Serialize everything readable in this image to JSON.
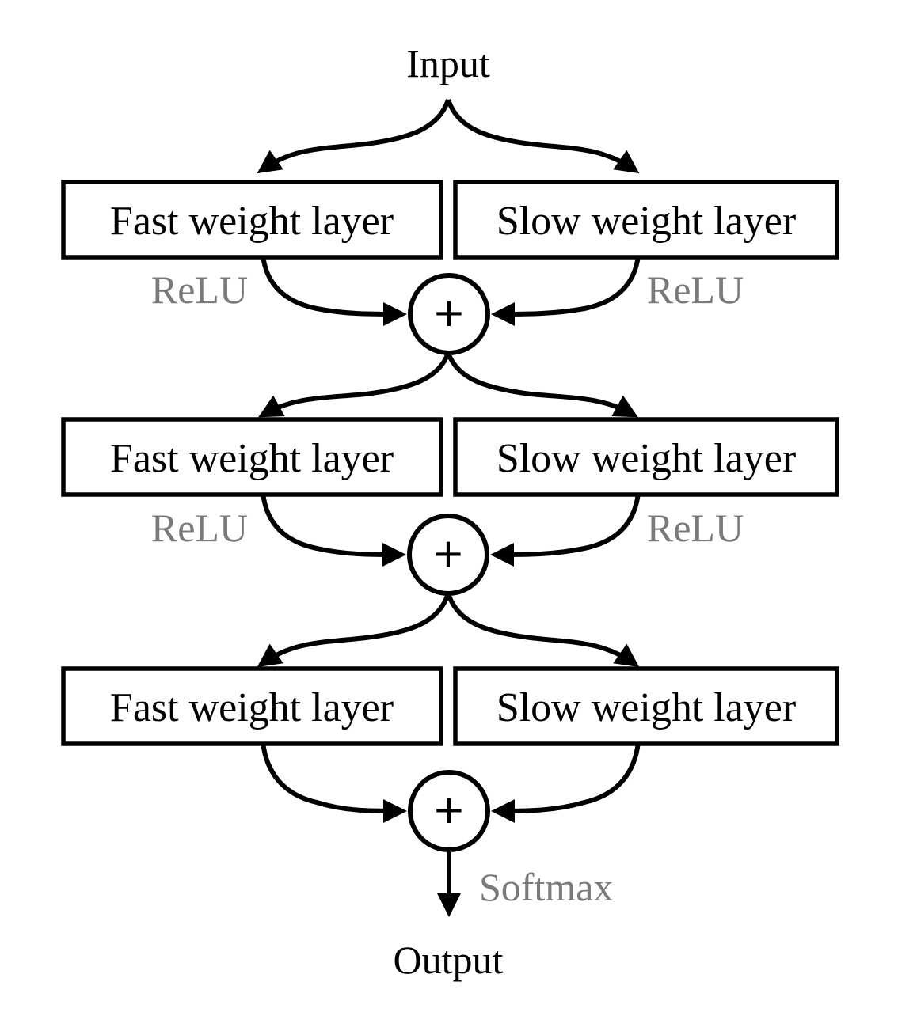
{
  "diagram": {
    "input_label": "Input",
    "output_label": "Output",
    "final_activation": "Softmax",
    "rows": [
      {
        "left_box": "Fast weight layer",
        "right_box": "Slow weight layer",
        "left_activation": "ReLU",
        "right_activation": "ReLU",
        "sum_label": "+"
      },
      {
        "left_box": "Fast weight layer",
        "right_box": "Slow weight layer",
        "left_activation": "ReLU",
        "right_activation": "ReLU",
        "sum_label": "+"
      },
      {
        "left_box": "Fast weight layer",
        "right_box": "Slow weight layer",
        "sum_label": "+"
      }
    ],
    "colors": {
      "line": "#000000",
      "text": "#000000",
      "muted_label": "#7a7a7a",
      "background": "#ffffff"
    }
  }
}
